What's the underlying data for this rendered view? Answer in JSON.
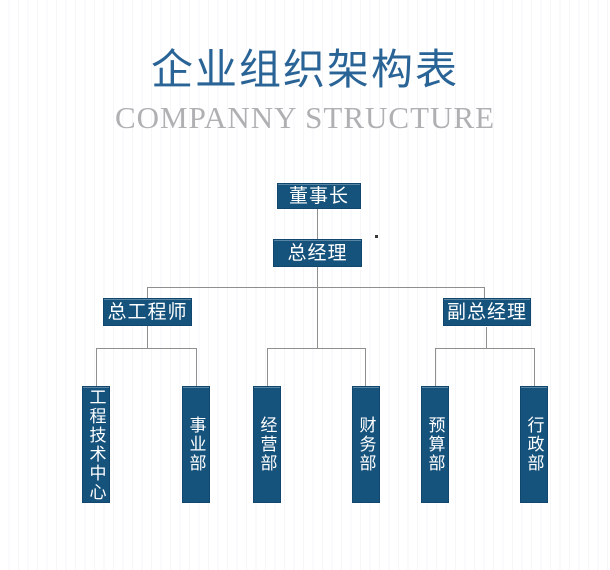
{
  "header": {
    "title": "企业组织架构表",
    "subtitle": "COMPANNY STRUCTURE"
  },
  "colors": {
    "title_blue": "#2a6496",
    "subtitle_gray": "#b0b0b3",
    "node_fill": "#15527c",
    "node_border": "#11476e",
    "node_text": "#ffffff",
    "connector_gray": "#8f8f8f"
  },
  "nodes": {
    "chairman": {
      "label": "董事长"
    },
    "general_manager": {
      "label": "总经理"
    },
    "chief_engineer": {
      "label": "总工程师"
    },
    "deputy_general_manager": {
      "label": "副总经理"
    },
    "engineering_technology_center": {
      "label": "工程技术中心"
    },
    "business_division": {
      "label": "事业部"
    },
    "operations_department": {
      "label": "经营部"
    },
    "finance_department": {
      "label": "财务部"
    },
    "budget_department": {
      "label": "预算部"
    },
    "administration_department": {
      "label": "行政部"
    }
  },
  "hierarchy": [
    {
      "parent": "董事长",
      "children": [
        "总经理"
      ]
    },
    {
      "parent": "总经理",
      "children": [
        "总工程师",
        "经营部",
        "财务部",
        "副总经理"
      ]
    },
    {
      "parent": "总工程师",
      "children": [
        "工程技术中心",
        "事业部"
      ]
    },
    {
      "parent": "副总经理",
      "children": [
        "预算部",
        "行政部"
      ]
    }
  ]
}
